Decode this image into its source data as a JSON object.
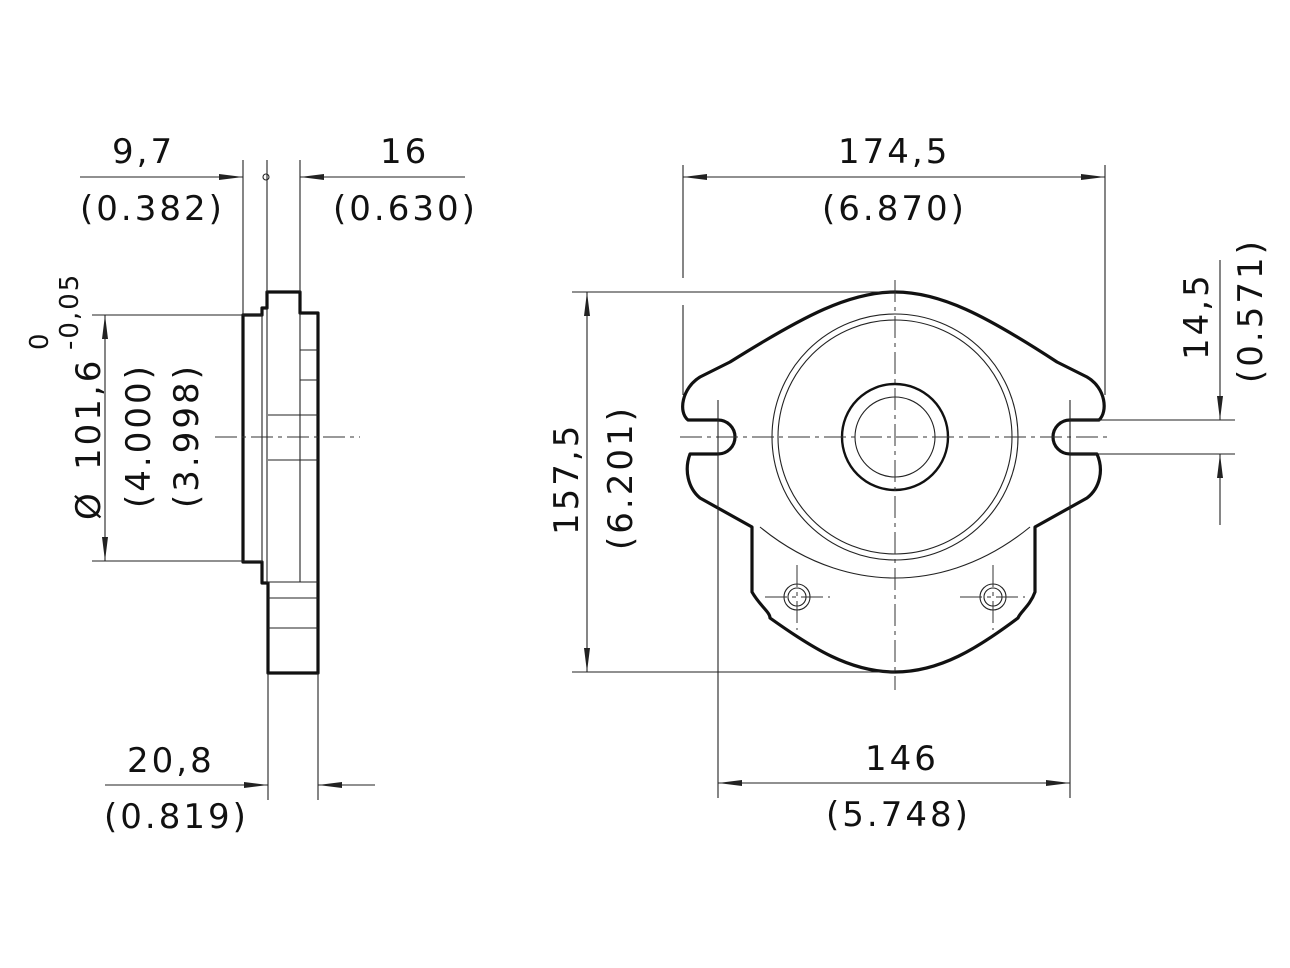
{
  "side_view": {
    "dim_top_left": {
      "value": "9,7",
      "inch": "(0.382)"
    },
    "dim_top_right": {
      "value": "16",
      "inch": "(0.630)"
    },
    "dim_diameter": {
      "symbol": "Ø",
      "value": "101,6",
      "tol_upper": "0",
      "tol_lower": "-0,05",
      "inch_max": "(4.000)",
      "inch_min": "(3.998)"
    },
    "dim_bottom": {
      "value": "20,8",
      "inch": "(0.819)"
    }
  },
  "front_view": {
    "dim_width": {
      "value": "174,5",
      "inch": "(6.870)"
    },
    "dim_height": {
      "value": "157,5",
      "inch": "(6.201)"
    },
    "dim_slot": {
      "value": "14,5",
      "inch": "(0.571)"
    },
    "dim_hole_spacing": {
      "value": "146",
      "inch": "(5.748)"
    }
  }
}
